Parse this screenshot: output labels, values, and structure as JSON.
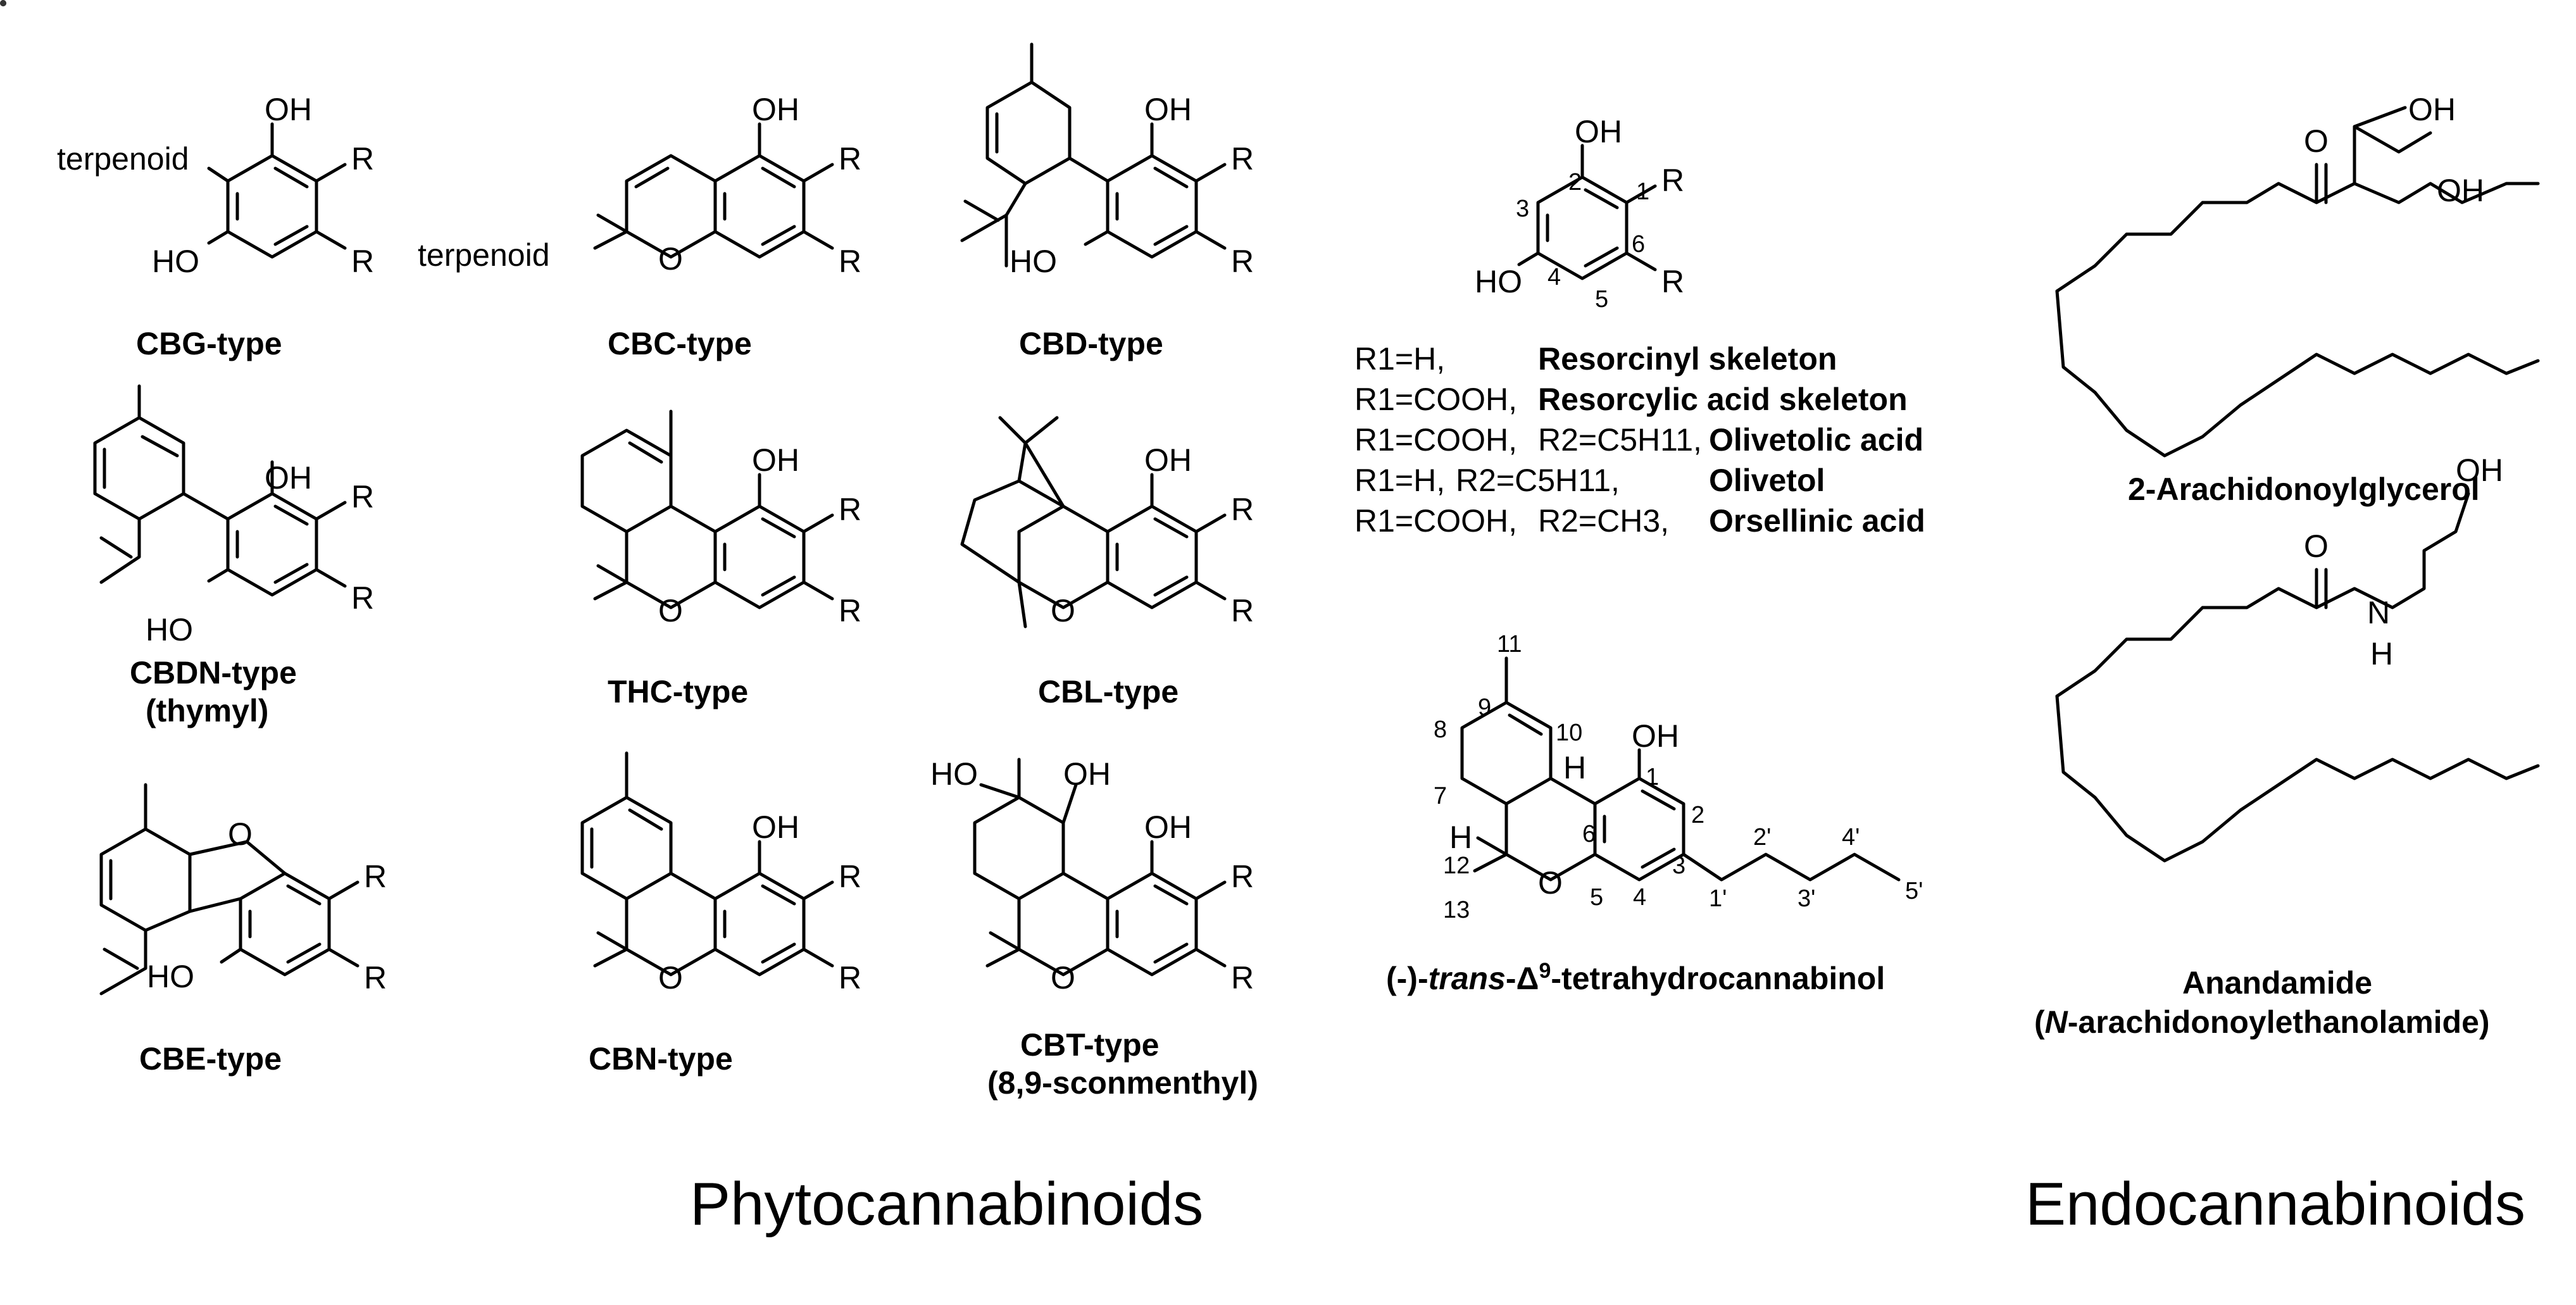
{
  "panels": {
    "phyto_title": "Phytocannabinoids",
    "endo_title": "Endocannabinoids"
  },
  "atoms": {
    "oh": "OH",
    "ho": "HO",
    "o": "O",
    "r": "R",
    "sub1": "1",
    "sub2": "2",
    "terpenoid": "terpenoid",
    "n": "N",
    "h": "H"
  },
  "structures": {
    "cbg": "CBG-type",
    "cbc": "CBC-type",
    "cbd": "CBD-type",
    "cbdn_1": "CBDN-type",
    "cbdn_2": "(thymyl)",
    "thc": "THC-type",
    "cbl": "CBL-type",
    "cbe": "CBE-type",
    "cbn": "CBN-type",
    "cbt_1": "CBT-type",
    "cbt_2": "(8,9-sconmenthyl)",
    "ag": "2-Arachidonoylglycerol",
    "aea_1": "Anandamide",
    "aea_2_pre": "(",
    "aea_2_it": "N",
    "aea_2_post": "-arachidonoylethanolamide)",
    "thc_pre": "(-)-",
    "thc_it": "trans",
    "thc_mid": "-Δ",
    "thc_sup": "9",
    "thc_post": "-tetrahydrocannabinol"
  },
  "skeleton_numbers": [
    "1",
    "2",
    "3",
    "4",
    "5",
    "6"
  ],
  "thc_numbers": [
    "11",
    "9",
    "10",
    "8",
    "7",
    "12",
    "13",
    "1",
    "2",
    "3",
    "4",
    "5",
    "6",
    "1'",
    "2'",
    "3'",
    "4'",
    "5'"
  ],
  "legend": [
    {
      "r1": "R1=H,",
      "r2": "",
      "name": "Resorcinyl skeleton"
    },
    {
      "r1": "R1=COOH,",
      "r2": "",
      "name": "Resorcylic acid skeleton"
    },
    {
      "r1": "R1=COOH,",
      "r2": "R2=C5H11,",
      "name": "Olivetolic acid"
    },
    {
      "r1": "R1=H,",
      "r2": "R2=C5H11,",
      "name": "Olivetol"
    },
    {
      "r1": "R1=COOH,",
      "r2": "R2=CH3,",
      "name": "Orsellinic acid"
    }
  ]
}
